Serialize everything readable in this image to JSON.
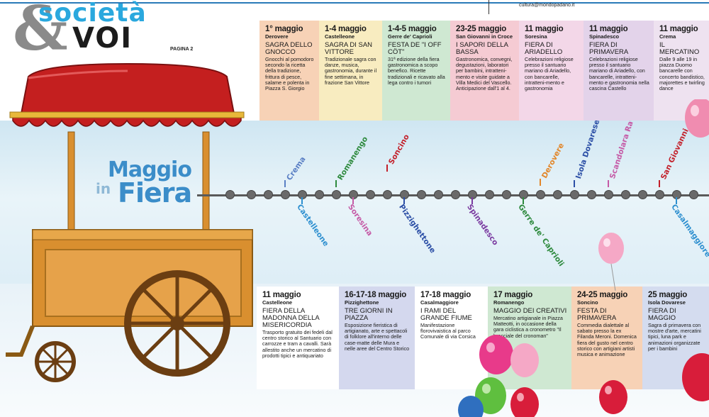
{
  "header": {
    "email": "cultura@mondopadano.it",
    "logo_amp": "&",
    "logo_top": "società",
    "logo_bottom": "VOI",
    "page_label": "PAGINA 2"
  },
  "title": {
    "line1": "Maggio",
    "line2_small": "in",
    "line2": "Fiera"
  },
  "colors": {
    "accent_blue": "#3b8dc9",
    "logo_blue": "#2aa8de",
    "stall_red": "#c41f1f",
    "stall_wood": "#d98f2f"
  },
  "top_events": [
    {
      "date": "1° maggio",
      "place": "Derovere",
      "title": "SAGRA DELLO GNOCCO",
      "desc": "Gnocchi al pomodoro secondo la ricetta della tradizione, frittura di pesce, salame e polenta in Piazza S. Giorgio",
      "color": "#f7d2b6"
    },
    {
      "date": "1-4 maggio",
      "place": "Castelleone",
      "title": "SAGRA DI SAN VITTORE",
      "desc": "Tradizionale sagra con danze, musica, gastronomia, durante il fine settimana, in frazione San Vittore",
      "color": "#f8ecc0"
    },
    {
      "date": "1-4-5 maggio",
      "place": "Gerre de' Caprioli",
      "title": "FESTA DE \"I OFF CÖT\"",
      "desc": "31ª edizione della fiera gastronomica a scopo benefico. Ricette tradizionali e ricavato alla lega contro i tumori",
      "color": "#cfe8d2"
    },
    {
      "date": "23-25 maggio",
      "place": "San Giovanni in Croce",
      "title": "I SAPORI DELLA BASSA",
      "desc": "Gastronomica, convegni, degustazioni, laboratori per bambini, intratteni-mento e visite guidate a Villa Medici del Vascello. Anticipazione dall'1 al 4.",
      "color": "#f5cbd3"
    },
    {
      "date": "11 maggio",
      "place": "Soresina",
      "title": "FIERA DI ARIADELLO",
      "desc": "Celebrazioni religiose presso il santuario mariano di Ariadello, con bancarelle, intratteni-mento e gastronomia",
      "color": "#f3d7e8"
    },
    {
      "date": "11 maggio",
      "place": "Spinadesco",
      "title": "FIERA DI PRIMAVERA",
      "desc": "Celebrazioni religiose presso il santuario mariano di Ariadello, con bancarelle, intratteni-mento e gastronomia nella cascina Castello",
      "color": "#e3d3ea"
    },
    {
      "date": "11 maggio",
      "place": "Crema",
      "title": "IL MERCATINO",
      "desc": "Dalle 9 alle 19 in piazza Duomo bancarelle con concerto bandistico, majorettes e twirling dance",
      "color": "#eee2f0"
    }
  ],
  "bottom_events": [
    {
      "date": "11 maggio",
      "place": "Castelleone",
      "title": "FIERA DELLA MADONNA DELLA MISERICORDIA",
      "desc": "Trasporto gratuito dei fedeli dal centro storico al Santuario con carrozze e tram a cavalli. Sarà allestito anche un mercatino di prodotti tipici e antiquariato",
      "color": "#ffffff"
    },
    {
      "date": "16-17-18 maggio",
      "place": "Pizzighettone",
      "title": "TRE GIORNI IN PIAZZA",
      "desc": "Esposizione fieristica di artigianato, arte e spettacoli di folklore all'interno delle case-matte delle Mura e nelle aree del Centro Storico",
      "color": "#d4d8ee"
    },
    {
      "date": "17-18 maggio",
      "place": "Casalmaggiore",
      "title": "I RAMI DEL GRANDE FIUME",
      "desc": "Manifestazione florovivaistica al parco Comunale di via Corsica",
      "color": "#ffffff"
    },
    {
      "date": "17 maggio",
      "place": "Romanengo",
      "title": "MAGGIO DEI CREATIVI",
      "desc": "Mercatino artigianale in Piazza Matteotti, in occasione della gara ciclistica a cronometro \"Il bracciale del cronoman\"",
      "color": "#cfe8d2"
    },
    {
      "date": "24-25 maggio",
      "place": "Soncino",
      "title": "FESTA DI PRIMAVERA",
      "desc": "Commedia dialettale al sabato presso la ex Filanda Meroni. Domenica fiera del gusto nel centro storico con artigiani artisti musica e animazione",
      "color": "#f7d2b6"
    },
    {
      "date": "25 maggio",
      "place": "Isola Dovarese",
      "title": "FIERA DI MAGGIO",
      "desc": "Sagra di primavera con mostre d'arte, mercatini tipici, luna park e animazioni organizzate per i bambini",
      "color": "#d4dcef"
    }
  ],
  "cities_above": [
    {
      "name": "Crema",
      "color": "#5a7fc4"
    },
    {
      "name": "Romanengo",
      "color": "#2e8a3e"
    },
    {
      "name": "Soncino",
      "color": "#c3202a"
    },
    {
      "name": "Derovere",
      "color": "#e2862a"
    },
    {
      "name": "Isola Dovarese",
      "color": "#2c4fa6"
    },
    {
      "name": "Scandolara Ravara",
      "color": "#c55aa6"
    },
    {
      "name": "San Giovanni",
      "color": "#c3202a"
    }
  ],
  "cities_below": [
    {
      "name": "Castelleone",
      "color": "#2d8fcf"
    },
    {
      "name": "Soresina",
      "color": "#c55aa6"
    },
    {
      "name": "Pizzighettone",
      "color": "#2c4fa6"
    },
    {
      "name": "Spinadesco",
      "color": "#7a3aa0"
    },
    {
      "name": "Gerre de' Caprioli",
      "color": "#2e8a3e"
    },
    {
      "name": "Casalmaggiore",
      "color": "#2d8fcf"
    }
  ]
}
